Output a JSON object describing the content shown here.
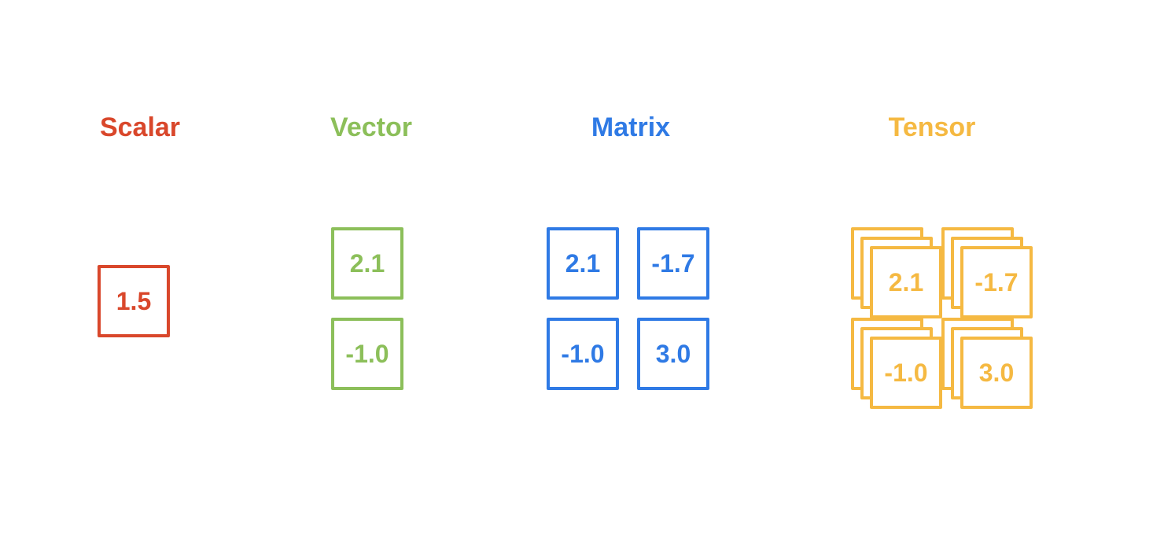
{
  "colors": {
    "scalar": "#d9472b",
    "vector": "#8cbf5a",
    "matrix": "#2f7ae5",
    "tensor": "#f5b942"
  },
  "scalar": {
    "title": "Scalar",
    "values": [
      "1.5"
    ]
  },
  "vector": {
    "title": "Vector",
    "values": [
      "2.1",
      "-1.0"
    ]
  },
  "matrix": {
    "title": "Matrix",
    "values": [
      "2.1",
      "-1.7",
      "-1.0",
      "3.0"
    ]
  },
  "tensor": {
    "title": "Tensor",
    "values": [
      "2.1",
      "-1.7",
      "-1.0",
      "3.0"
    ]
  }
}
